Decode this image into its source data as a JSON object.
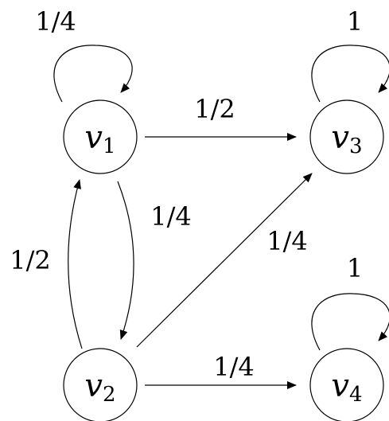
{
  "nodes": {
    "v1": {
      "var": "v",
      "sub": "1"
    },
    "v2": {
      "var": "v",
      "sub": "2"
    },
    "v3": {
      "var": "v",
      "sub": "3"
    },
    "v4": {
      "var": "v",
      "sub": "4"
    }
  },
  "edges": {
    "v1_v1": "1/4",
    "v1_v3": "1/2",
    "v1_v2": "1/4",
    "v2_v1": "1/2",
    "v2_v3": "1/4",
    "v2_v4": "1/4",
    "v3_v3": "1",
    "v4_v4": "1"
  },
  "colors": {
    "stroke": "#000000",
    "background": "#ffffff"
  }
}
